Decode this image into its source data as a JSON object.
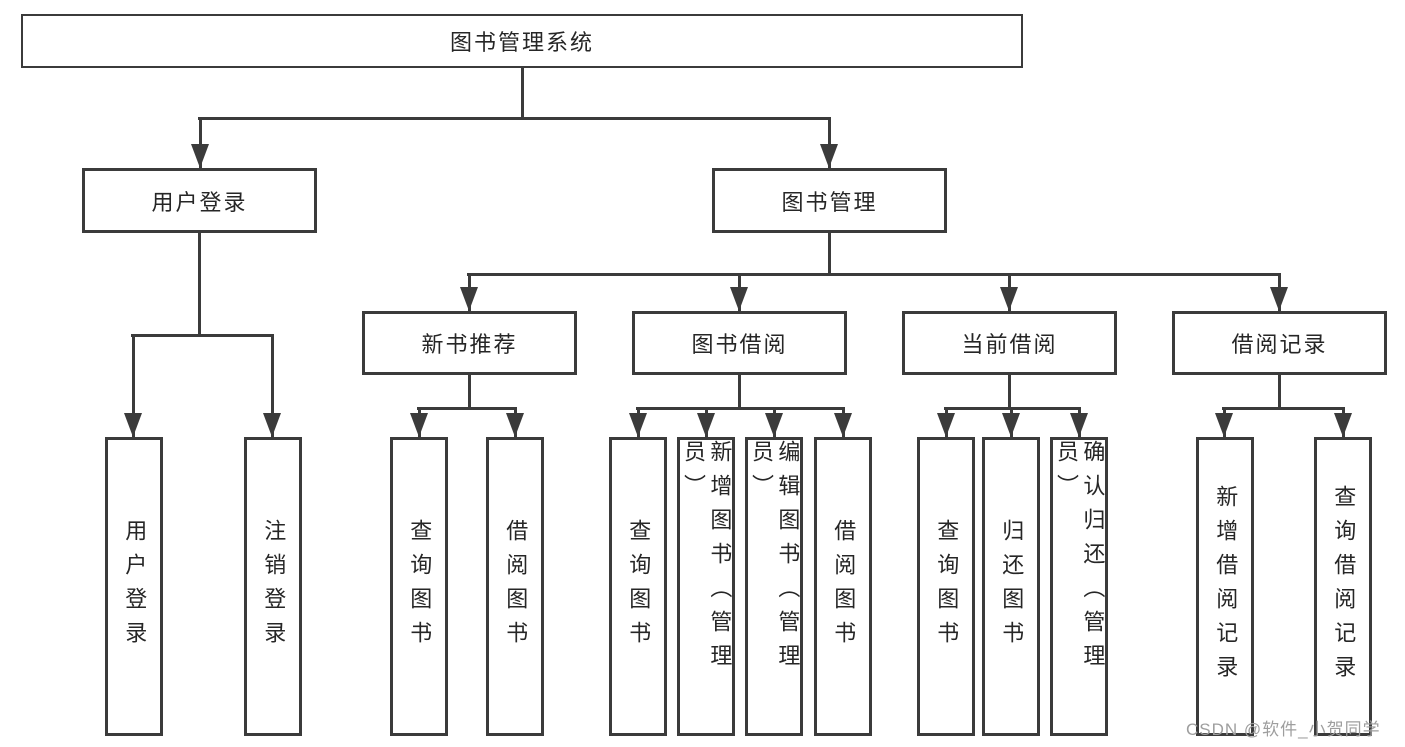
{
  "tree": {
    "root": "图书管理系统",
    "children": [
      {
        "label": "用户登录",
        "children": [
          "用户登录",
          "注销登录"
        ]
      },
      {
        "label": "图书管理",
        "children": [
          {
            "label": "新书推荐",
            "children": [
              "查询图书",
              "借阅图书"
            ]
          },
          {
            "label": "图书借阅",
            "children": [
              "查询图书",
              "新增图书（管理员）",
              "编辑图书（管理员）",
              "借阅图书"
            ]
          },
          {
            "label": "当前借阅",
            "children": [
              "查询图书",
              "归还图书",
              "确认归还（管理员）"
            ]
          },
          {
            "label": "借阅记录",
            "children": [
              "新增借阅记录",
              "查询借阅记录"
            ]
          }
        ]
      }
    ]
  },
  "watermark": {
    "text": "CSDN @软件_小贺同学"
  },
  "colors": {
    "line": "#3b3b3b",
    "text": "#262626",
    "background": "#ffffff",
    "watermark": "#9e9e9e"
  }
}
